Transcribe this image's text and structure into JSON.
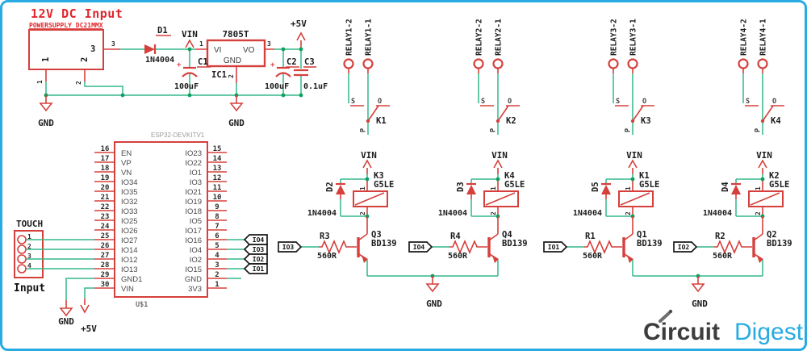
{
  "colors": {
    "accent_blue": "#29abe2",
    "schematic_red": "#d5403c",
    "wire_green": "#33b98c",
    "junction_green": "#0f9f60",
    "logo_dark": "#3d3d3d"
  },
  "power": {
    "title": "12V DC Input",
    "supply_name": "POWERSUPPLY DC21MMX",
    "inner_pins": [
      "1",
      "2",
      "3"
    ],
    "outer_pins": [
      "1",
      "2",
      "3"
    ],
    "d1_ref": "D1",
    "d1_val": "1N4004",
    "vin": "VIN",
    "reg_title": "7805T",
    "reg_vi": "VI",
    "reg_vo": "VO",
    "reg_gnd": "GND",
    "reg_ref": "IC1",
    "reg_pin1": "1",
    "reg_pin2": "2",
    "reg_pin3": "3",
    "plus": "+",
    "c1_ref": "C1",
    "c1_val": "100uF",
    "c2_ref": "C2",
    "c2_val": "100uF",
    "c3_ref": "C3",
    "c3_val": "0.1uF",
    "plus5": "+5V",
    "gnd_left": "GND",
    "gnd_reg": "GND"
  },
  "esp32": {
    "title": "ESP32-DEVKITV1",
    "ref": "U$1",
    "left_pins": [
      {
        "num": "16",
        "name": "EN"
      },
      {
        "num": "17",
        "name": "VP"
      },
      {
        "num": "18",
        "name": "VN"
      },
      {
        "num": "19",
        "name": "IO34"
      },
      {
        "num": "20",
        "name": "IO35"
      },
      {
        "num": "21",
        "name": "IO32"
      },
      {
        "num": "22",
        "name": "IO33"
      },
      {
        "num": "23",
        "name": "IO25"
      },
      {
        "num": "24",
        "name": "IO26"
      },
      {
        "num": "25",
        "name": "IO27"
      },
      {
        "num": "26",
        "name": "IO14"
      },
      {
        "num": "27",
        "name": "IO12"
      },
      {
        "num": "28",
        "name": "IO13"
      },
      {
        "num": "29",
        "name": "GND1"
      },
      {
        "num": "30",
        "name": "VIN"
      }
    ],
    "right_pins": [
      {
        "num": "15",
        "name": "IO23"
      },
      {
        "num": "14",
        "name": "IO22"
      },
      {
        "num": "13",
        "name": "IO1"
      },
      {
        "num": "12",
        "name": "IO3"
      },
      {
        "num": "11",
        "name": "IO21"
      },
      {
        "num": "10",
        "name": "IO19"
      },
      {
        "num": "9",
        "name": "IO18"
      },
      {
        "num": "8",
        "name": "IO5"
      },
      {
        "num": "7",
        "name": "IO17"
      },
      {
        "num": "6",
        "name": "IO16"
      },
      {
        "num": "5",
        "name": "IO4"
      },
      {
        "num": "4",
        "name": "IO2"
      },
      {
        "num": "3",
        "name": "IO15"
      },
      {
        "num": "2",
        "name": "GND"
      },
      {
        "num": "1",
        "name": "3V3"
      }
    ],
    "tags": [
      "IO4",
      "IO3",
      "IO2",
      "IO1"
    ],
    "gnd": "GND",
    "plus5": "+5V"
  },
  "touch": {
    "title": "TOUCH",
    "caption": "Input",
    "pins": [
      "1",
      "2",
      "3",
      "4"
    ]
  },
  "relay_switches": [
    {
      "pin2": "RELAY1-2",
      "pin1": "RELAY1-1",
      "s": "S",
      "o": "O",
      "p": "P",
      "k": "K1"
    },
    {
      "pin2": "RELAY2-2",
      "pin1": "RELAY2-1",
      "s": "S",
      "o": "O",
      "p": "P",
      "k": "K2"
    },
    {
      "pin2": "RELAY3-2",
      "pin1": "RELAY3-1",
      "s": "S",
      "o": "O",
      "p": "P",
      "k": "K3"
    },
    {
      "pin2": "RELAY4-2",
      "pin1": "RELAY4-1",
      "s": "S",
      "o": "O",
      "p": "P",
      "k": "K4"
    }
  ],
  "drivers": [
    {
      "vin": "VIN",
      "k_ref": "K3",
      "k_val": "G5LE",
      "p1": "1",
      "p2": "2",
      "d_ref": "D2",
      "d_val": "1N4004",
      "r_ref": "R3",
      "r_val": "560R",
      "q_ref": "Q3",
      "q_val": "BD139",
      "tag": "IO3"
    },
    {
      "vin": "VIN",
      "k_ref": "K4",
      "k_val": "G5LE",
      "p1": "1",
      "p2": "2",
      "d_ref": "D3",
      "d_val": "1N4004",
      "r_ref": "R4",
      "r_val": "560R",
      "q_ref": "Q4",
      "q_val": "BD139",
      "tag": "IO4"
    },
    {
      "vin": "VIN",
      "k_ref": "K1",
      "k_val": "G5LE",
      "p1": "1",
      "p2": "2",
      "d_ref": "D5",
      "d_val": "1N4004",
      "r_ref": "R1",
      "r_val": "560R",
      "q_ref": "Q1",
      "q_val": "BD139",
      "tag": "IO1"
    },
    {
      "vin": "VIN",
      "k_ref": "K2",
      "k_val": "G5LE",
      "p1": "1",
      "p2": "2",
      "d_ref": "D4",
      "d_val": "1N4004",
      "r_ref": "R2",
      "r_val": "560R",
      "q_ref": "Q2",
      "q_val": "BD139",
      "tag": "IO2"
    }
  ],
  "driver_grounds": [
    "GND",
    "GND"
  ],
  "logo": {
    "part1": "Circuit",
    "part2": "Digest"
  }
}
